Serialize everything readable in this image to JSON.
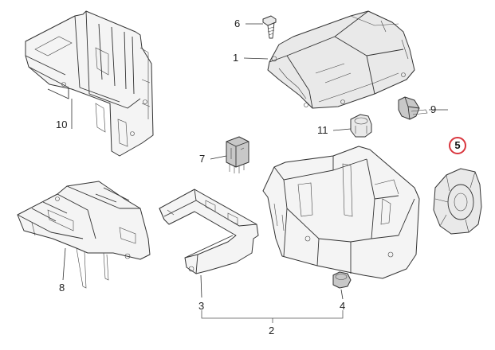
{
  "diagram": {
    "callouts": [
      {
        "id": "c1",
        "label": "1"
      },
      {
        "id": "c2",
        "label": "2"
      },
      {
        "id": "c3",
        "label": "3"
      },
      {
        "id": "c4",
        "label": "4"
      },
      {
        "id": "c5",
        "label": "5",
        "highlighted": true
      },
      {
        "id": "c6",
        "label": "6"
      },
      {
        "id": "c7",
        "label": "7"
      },
      {
        "id": "c8",
        "label": "8"
      },
      {
        "id": "c9",
        "label": "9"
      },
      {
        "id": "c10",
        "label": "10"
      },
      {
        "id": "c11",
        "label": "11"
      }
    ],
    "highlight_color": "#d9363e"
  }
}
